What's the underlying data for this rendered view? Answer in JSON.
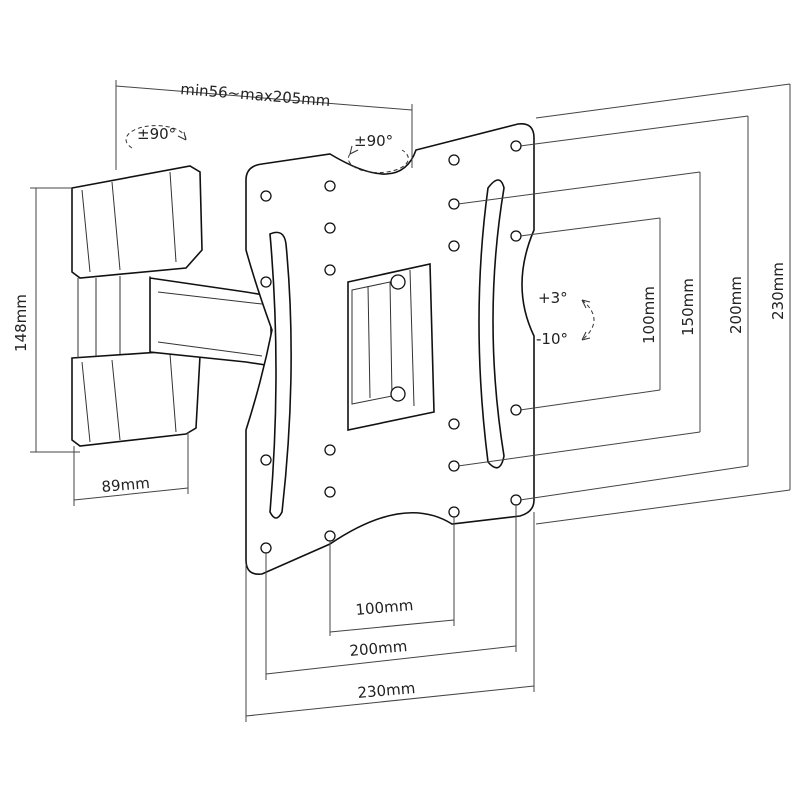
{
  "labels": {
    "arm_extension": "min56~max205mm",
    "swivel_left": "±90°",
    "swivel_right": "±90°",
    "tilt_up": "+3°",
    "tilt_down": "-10°",
    "height_148": "148mm",
    "width_89": "89mm",
    "h_100": "100mm",
    "h_200": "200mm",
    "h_230": "230mm",
    "v_100": "100mm",
    "v_150": "150mm",
    "v_200": "200mm",
    "v_230": "230mm"
  },
  "colors": {
    "line": "#333333",
    "text": "#222222",
    "background": "#ffffff"
  }
}
